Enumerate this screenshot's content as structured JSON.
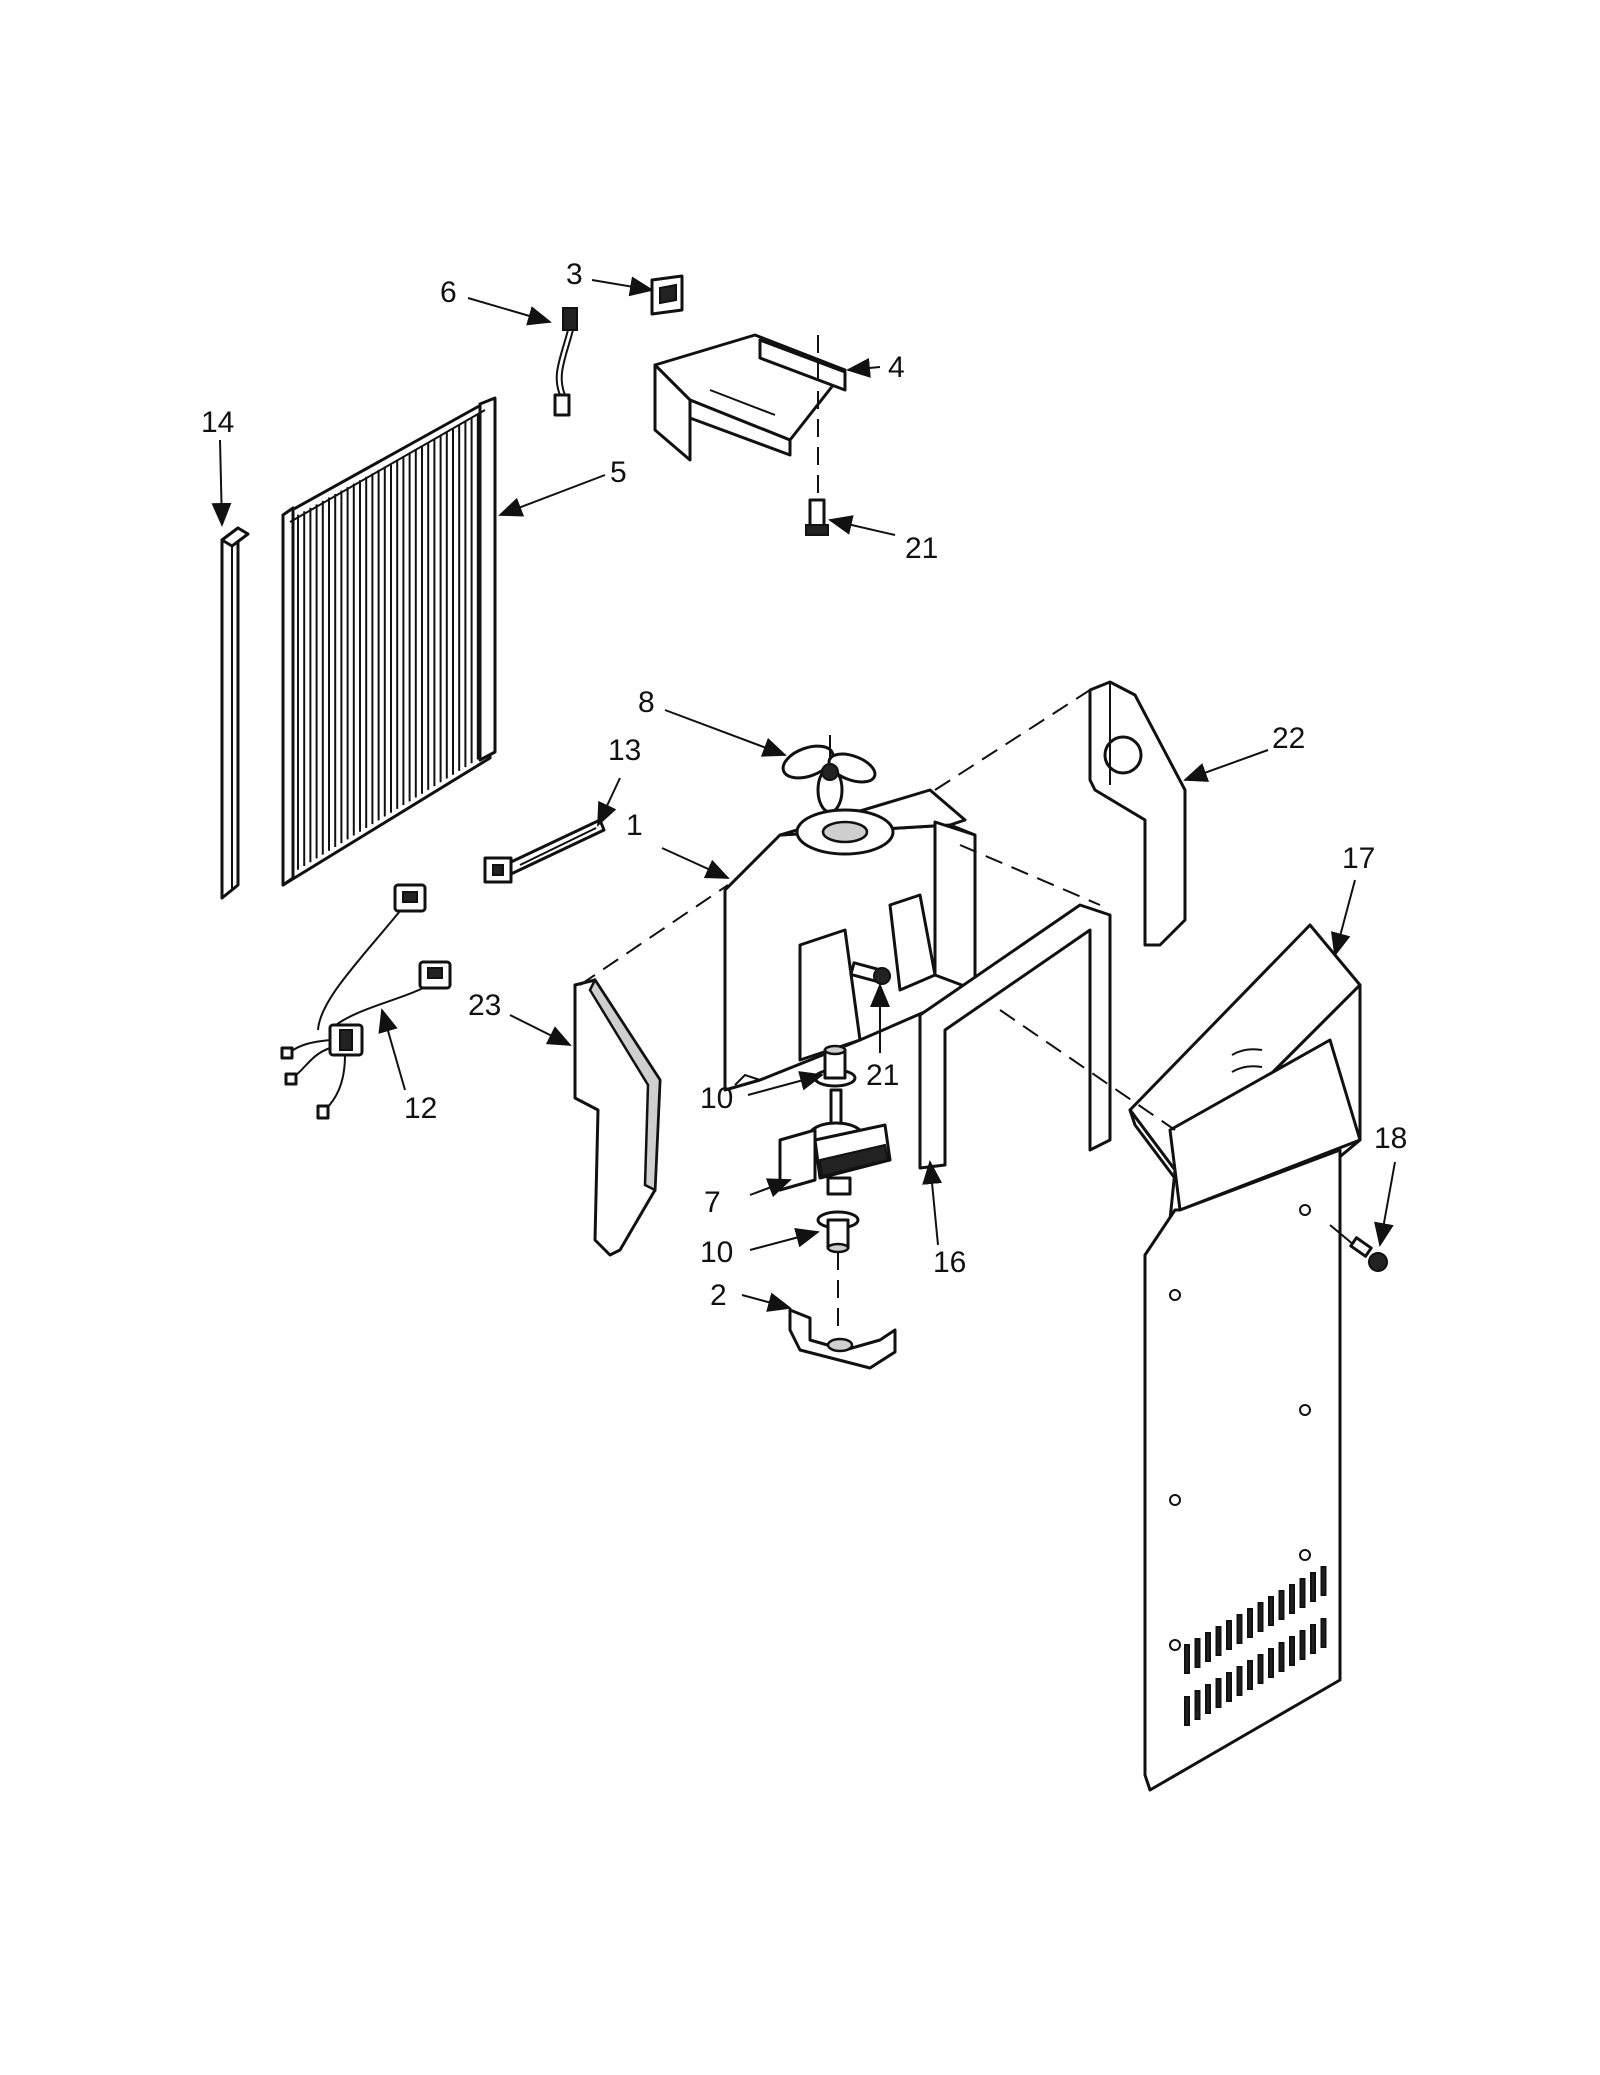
{
  "callouts": [
    {
      "id": "c1",
      "number": "1"
    },
    {
      "id": "c2",
      "number": "2"
    },
    {
      "id": "c3",
      "number": "3"
    },
    {
      "id": "c4",
      "number": "4"
    },
    {
      "id": "c5",
      "number": "5"
    },
    {
      "id": "c6",
      "number": "6"
    },
    {
      "id": "c7",
      "number": "7"
    },
    {
      "id": "c8",
      "number": "8"
    },
    {
      "id": "c10a",
      "number": "10"
    },
    {
      "id": "c10b",
      "number": "10"
    },
    {
      "id": "c12",
      "number": "12"
    },
    {
      "id": "c13",
      "number": "13"
    },
    {
      "id": "c14",
      "number": "14"
    },
    {
      "id": "c16",
      "number": "16"
    },
    {
      "id": "c17",
      "number": "17"
    },
    {
      "id": "c18",
      "number": "18"
    },
    {
      "id": "c21a",
      "number": "21"
    },
    {
      "id": "c21b",
      "number": "21"
    },
    {
      "id": "c22",
      "number": "22"
    },
    {
      "id": "c23",
      "number": "23"
    }
  ]
}
